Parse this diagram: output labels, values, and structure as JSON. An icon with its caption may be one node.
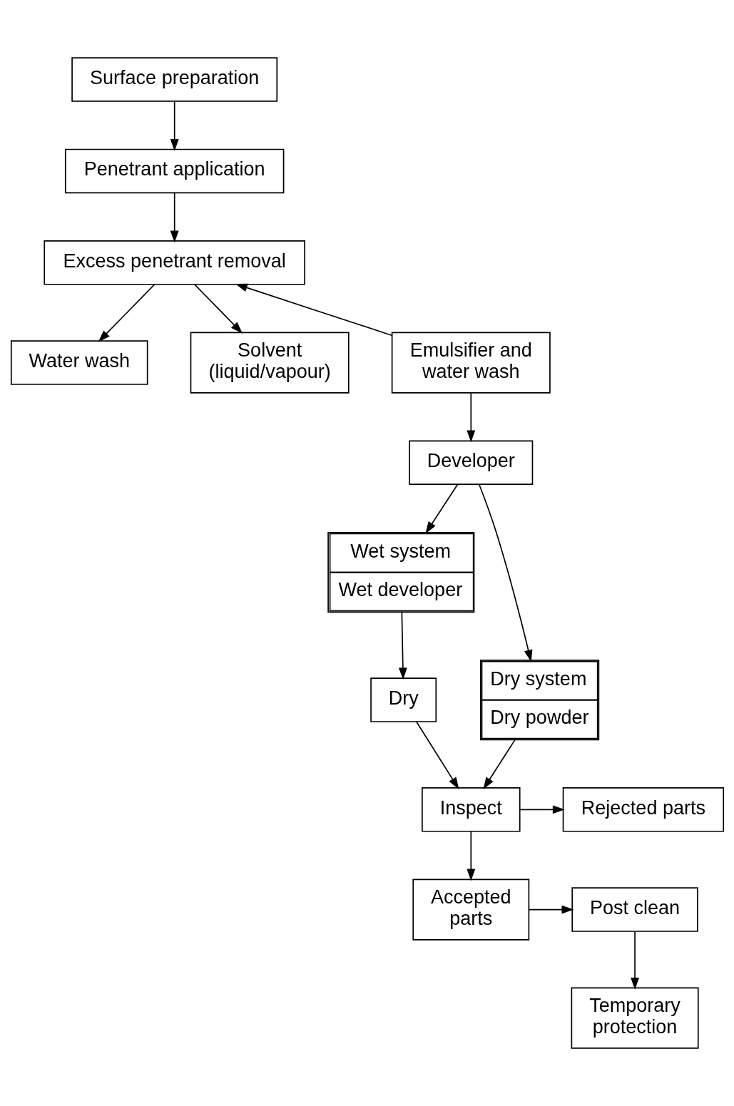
{
  "diagram": {
    "nodes": [
      {
        "text": [
          "Surface preparation"
        ]
      },
      {
        "text": [
          "Penetrant application"
        ]
      },
      {
        "text": [
          "Excess penetrant removal"
        ]
      },
      {
        "text": [
          "Water wash"
        ]
      },
      {
        "text": [
          "Emulsifier and water wash"
        ]
      },
      {
        "text": [
          "Solvent (liquid/vapour)"
        ]
      },
      {
        "text": [
          "Developer"
        ]
      },
      {
        "text": [
          "Wet system",
          "Wet developer"
        ]
      },
      {
        "text": [
          "Dry system",
          "Dry powder"
        ]
      },
      {
        "text": [
          "Dry"
        ]
      },
      {
        "text": [
          "Rejected parts"
        ]
      },
      {
        "text": [
          "Inspect"
        ]
      },
      {
        "text": [
          "Accepted parts"
        ]
      },
      {
        "text": [
          "Post clean"
        ]
      },
      {
        "text": [
          "Temporary protection"
        ]
      }
    ],
    "edges": [
      {
        "from": 0,
        "to": 1,
        "arrow": "to"
      },
      {
        "from": 1,
        "to": 2,
        "arrow": "to"
      },
      {
        "from": 2,
        "to": 3,
        "arrow": "to"
      },
      {
        "from": 4,
        "to": 2,
        "arrow": "to"
      },
      {
        "from": 2,
        "to": 5,
        "arrow": "to"
      },
      {
        "from": 4,
        "to": 6,
        "arrow": "to"
      },
      {
        "from": 6,
        "to": 7,
        "arrow": "to"
      },
      {
        "from": 6,
        "to": 8,
        "arrow": "to"
      },
      {
        "from": 7,
        "to": 9,
        "arrow": "to"
      },
      {
        "from": 9,
        "to": 11,
        "arrow": "to"
      },
      {
        "from": 8,
        "to": 11,
        "arrow": "to"
      },
      {
        "from": 11,
        "to": 10,
        "arrow": "to"
      },
      {
        "from": 11,
        "to": 12,
        "arrow": "to"
      },
      {
        "from": 12,
        "to": 13,
        "arrow": "to"
      },
      {
        "from": 13,
        "to": 14,
        "arrow": "to"
      }
    ]
  }
}
